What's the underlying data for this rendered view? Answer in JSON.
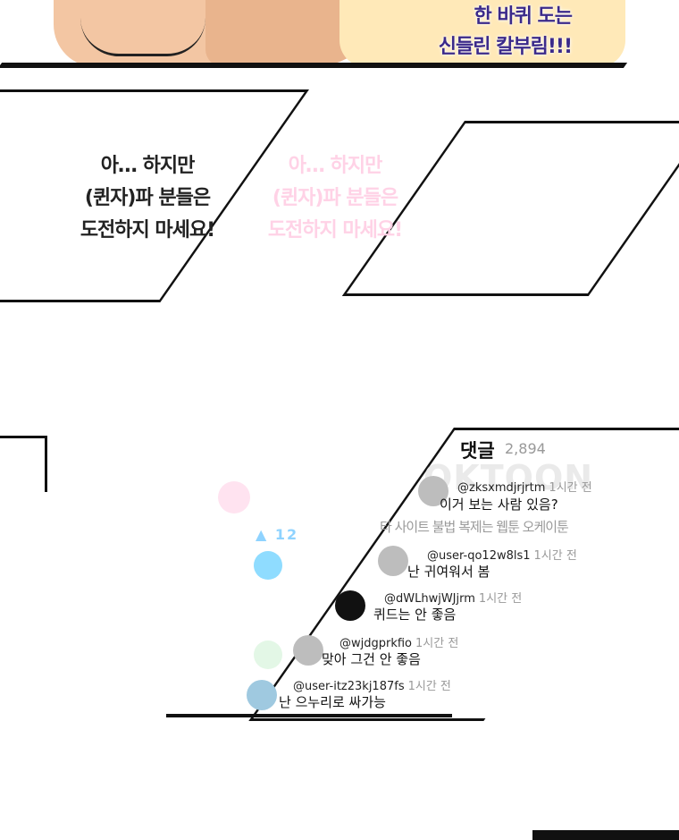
{
  "top_panel": {
    "line1": "한 바퀴 도는",
    "line2": "신들린 칼부림!!!"
  },
  "speech": {
    "lines": [
      "아… 하지만",
      "(퀸자)파 분들은",
      "도전하지 마세요!"
    ]
  },
  "comments": {
    "title": "댓글",
    "count": "2,894",
    "watermark": "OKTOON",
    "notice": "타 사이트 불법 복제는 웹툰 오케이툰",
    "items": [
      {
        "user": "@zksxmdjrjrtm",
        "time": "1시간 전",
        "text": "이거 보는 사람 있음?"
      },
      {
        "user": "@user-qo12w8ls1",
        "time": "1시간 전",
        "text": "난 귀여워서 봄"
      },
      {
        "user": "@dWLhwjWJjrm",
        "time": "1시간 전",
        "text": "퀴드는 안 좋음"
      },
      {
        "user": "@wjdgprkfio",
        "time": "1시간 전",
        "text": "맞아 그건 안 좋음"
      },
      {
        "user": "@user-itz23kj187fs",
        "time": "1시간 전",
        "text": "난 으누리로 싸가능"
      }
    ]
  },
  "deco": {
    "blue_text": "▲ 12"
  }
}
